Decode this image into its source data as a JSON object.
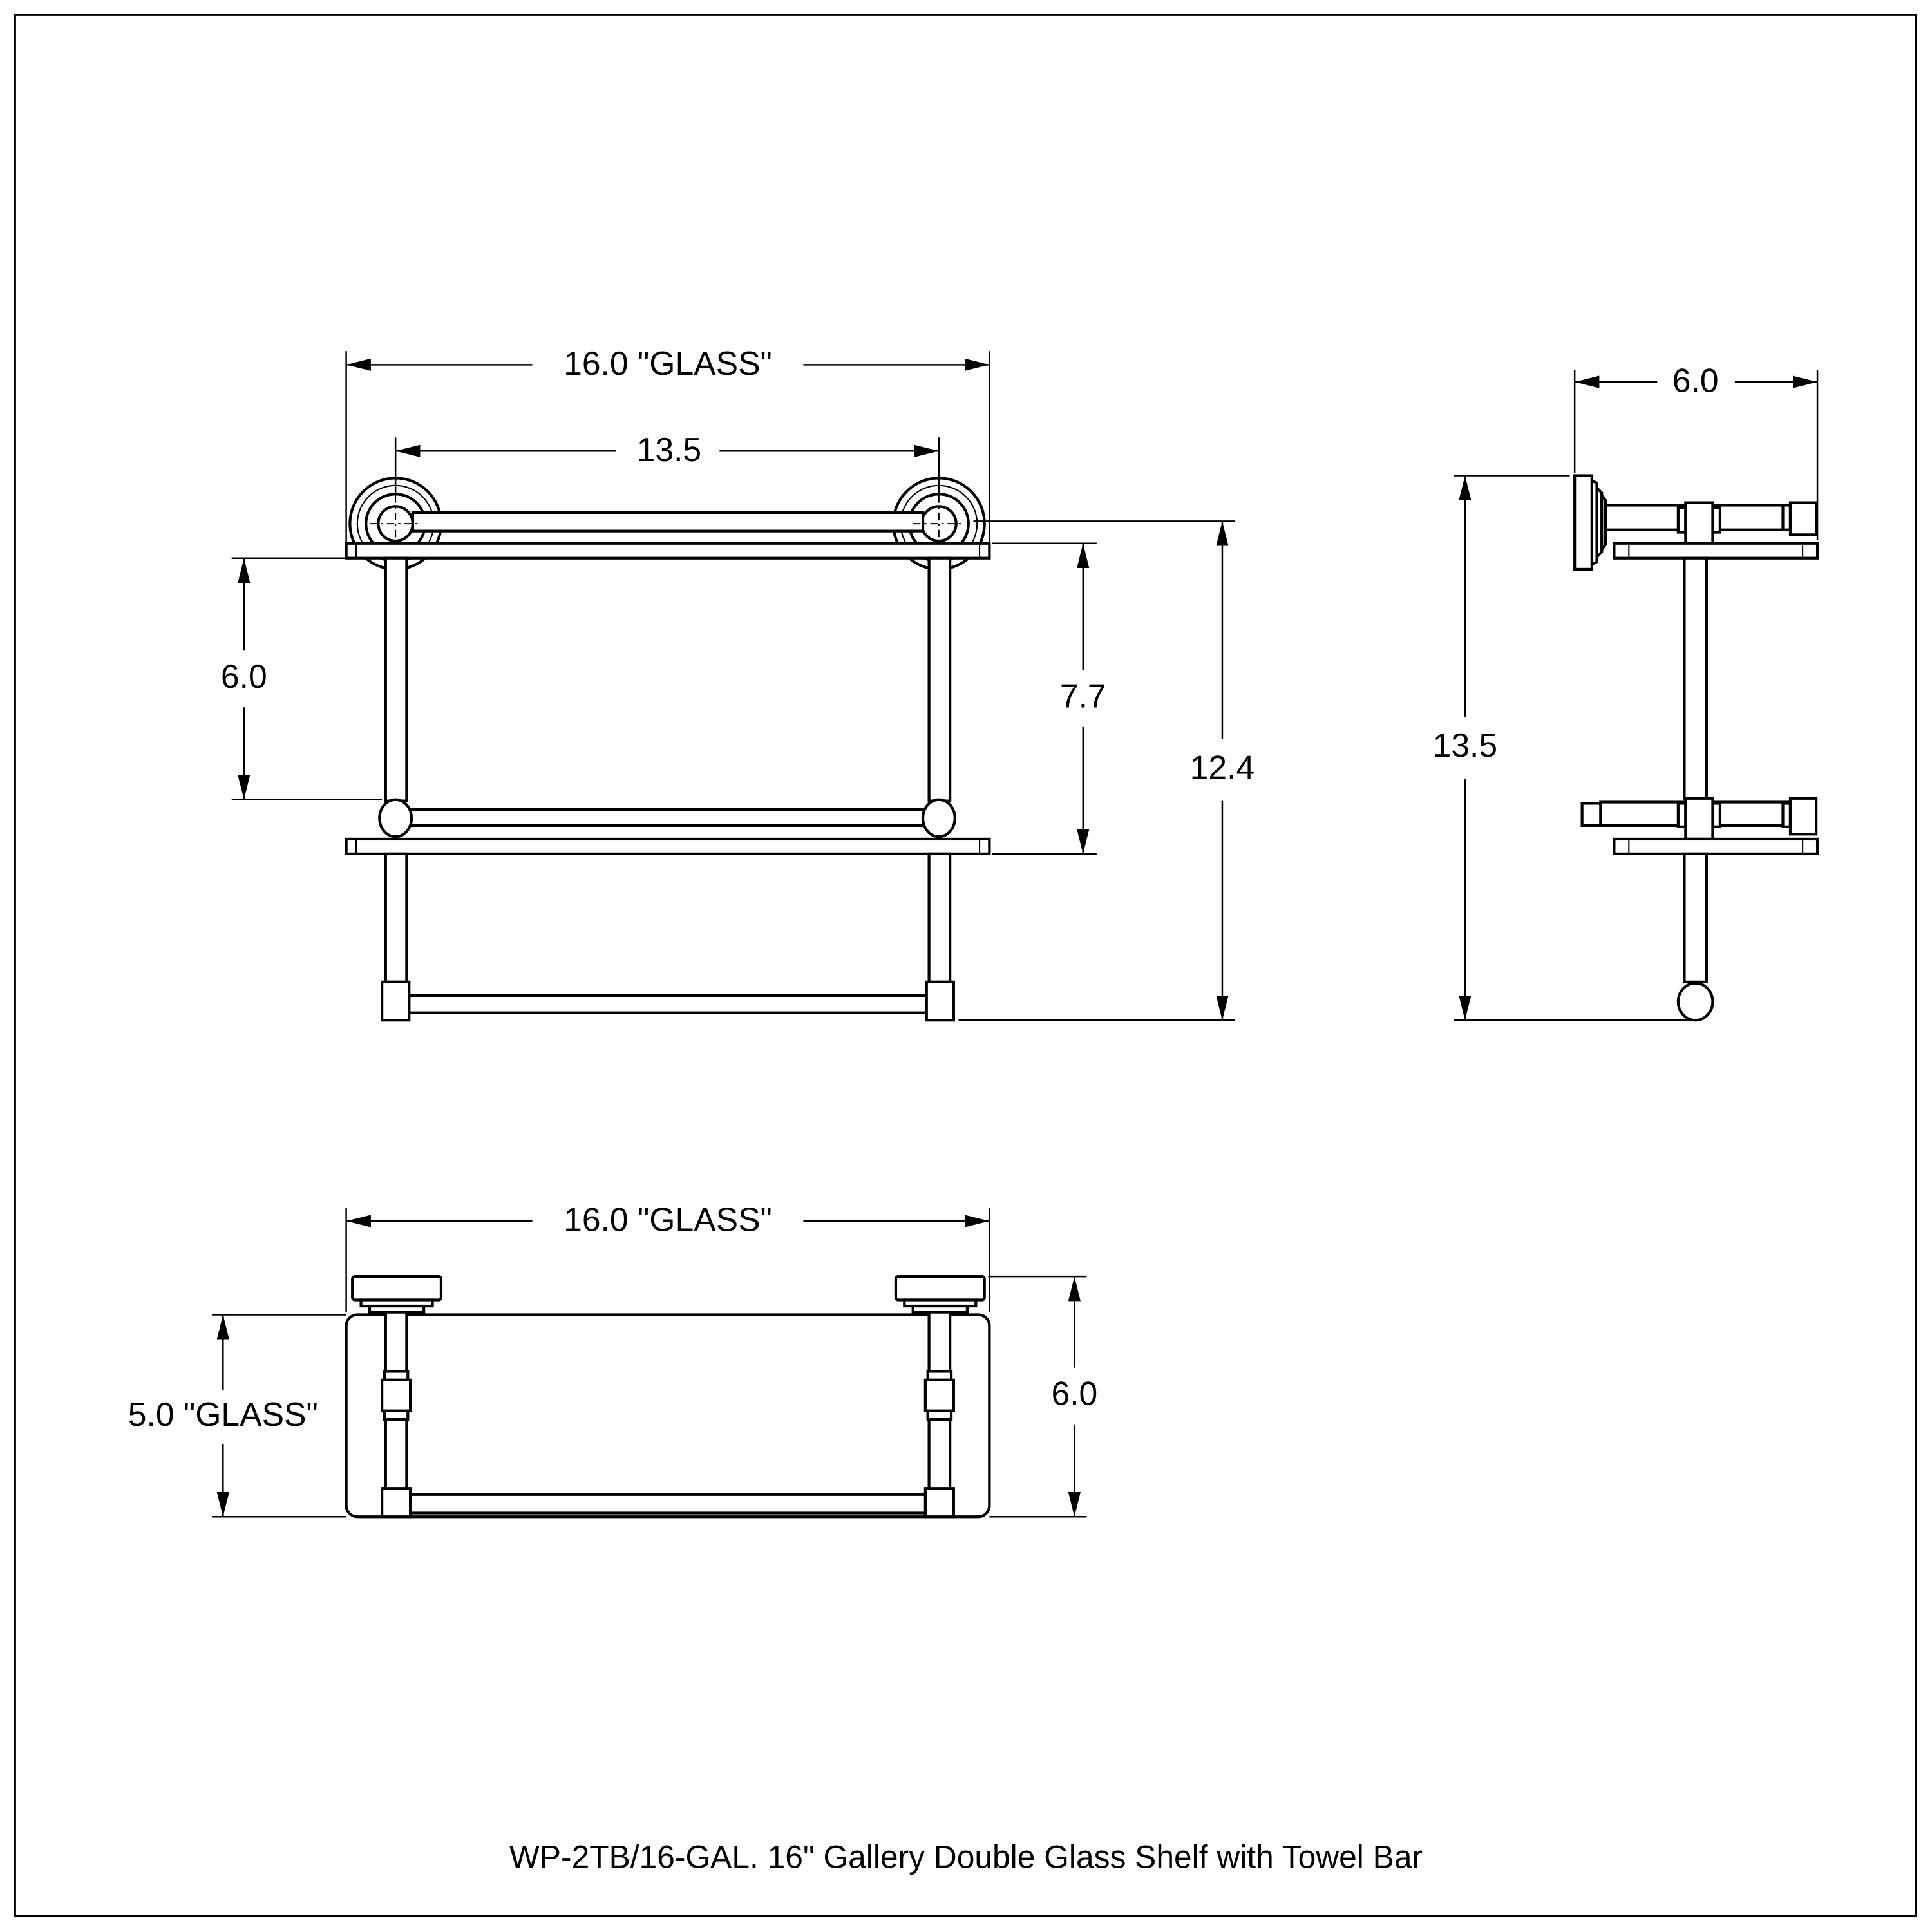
{
  "drawing": {
    "caption": "WP-2TB/16-GAL. 16\" Gallery Double Glass Shelf with Towel Bar",
    "line_color": "#000000",
    "background": "#ffffff"
  },
  "front_view": {
    "dim_glass_width": "16.0 \"GLASS\"",
    "dim_gallery_width": "13.5",
    "dim_shelf_spacing": "6.0",
    "dim_bar_to_lower_glass": "7.7",
    "dim_overall_height": "12.4"
  },
  "side_view": {
    "dim_depth": "6.0",
    "dim_overall_height": "13.5"
  },
  "top_view": {
    "dim_glass_width": "16.0 \"GLASS\"",
    "dim_glass_depth": "5.0 \"GLASS\"",
    "dim_overall_depth": "6.0"
  }
}
